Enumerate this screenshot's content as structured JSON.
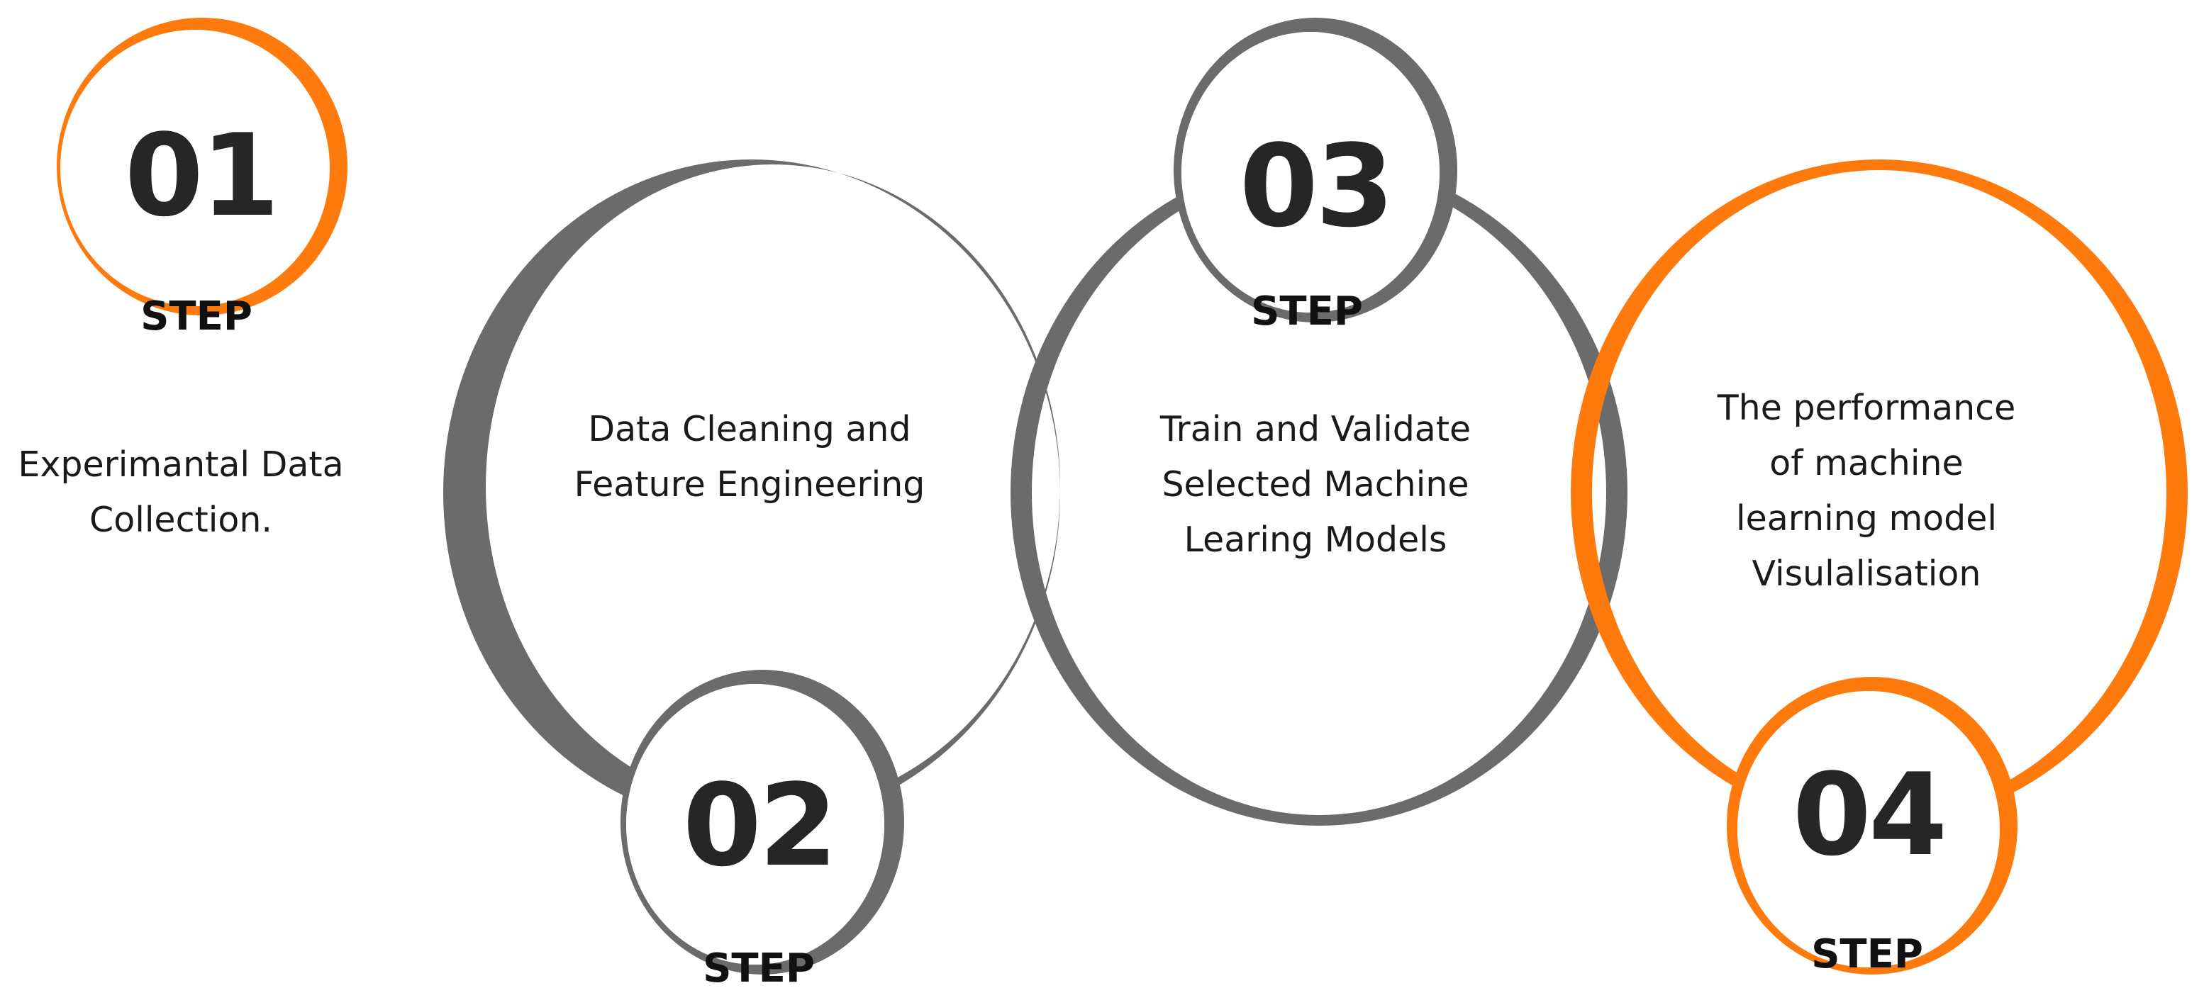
{
  "colors": {
    "accent": "#ff7a0d",
    "neutral": "#6b6b6b",
    "text": "#1a1a1a",
    "number": "#262626"
  },
  "steps": [
    {
      "number": "01",
      "label": "STEP",
      "color": "#ff7a0d",
      "description": [
        "Experimantal Data",
        "Collection."
      ]
    },
    {
      "number": "02",
      "label": "STEP",
      "color": "#6b6b6b",
      "description": [
        "Data Cleaning and",
        "Feature Engineering"
      ]
    },
    {
      "number": "03",
      "label": "STEP",
      "color": "#6b6b6b",
      "description": [
        "Train and Validate",
        "Selected Machine",
        "Learing Models"
      ]
    },
    {
      "number": "04",
      "label": "STEP",
      "color": "#ff7a0d",
      "description": [
        "The performance",
        "of machine",
        "learning model",
        "Visulalisation"
      ]
    }
  ]
}
